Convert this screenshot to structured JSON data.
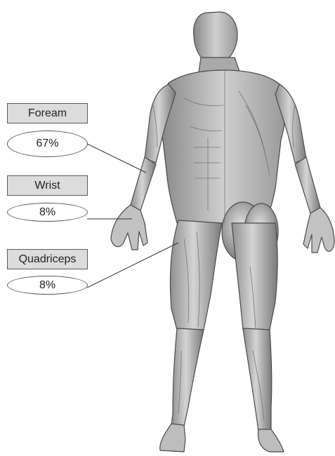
{
  "callouts": [
    {
      "id": "forearm",
      "label": "Foream",
      "value": "67%"
    },
    {
      "id": "wrist",
      "label": "Wrist",
      "value": "8%"
    },
    {
      "id": "quadriceps",
      "label": "Quadriceps",
      "value": "8%"
    }
  ],
  "colors": {
    "label_fill": "#dcdcdc",
    "border": "#5a5a5a",
    "body_light": "#d6d6d6",
    "body_mid": "#a8a8a8",
    "body_dark": "#6e6e6e"
  }
}
